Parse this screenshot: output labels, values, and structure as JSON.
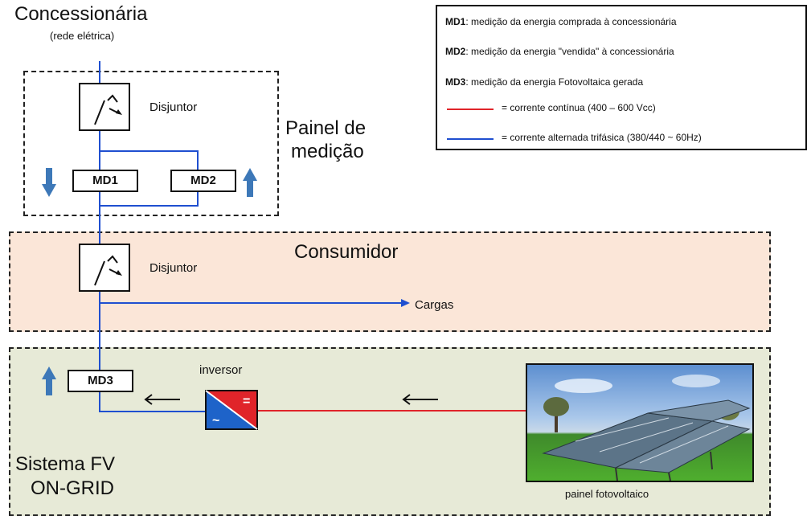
{
  "utility": {
    "title": "Concessionária",
    "subtitle": "(rede elétrica)"
  },
  "metering_panel": {
    "label_line1": "Painel de",
    "label_line2": "medição",
    "breaker_label": "Disjuntor",
    "md1": "MD1",
    "md2": "MD2"
  },
  "consumer": {
    "title": "Consumidor",
    "breaker_label": "Disjuntor",
    "loads_label": "Cargas"
  },
  "pv_system": {
    "title_line1": "Sistema FV",
    "title_line2": "ON-GRID",
    "md3": "MD3",
    "inverter_label": "inversor",
    "panel_caption": "painel fotovoltaico"
  },
  "legend": {
    "md1_code": "MD1",
    "md1_text": ": medição da energia comprada à concessionária",
    "md2_code": "MD2",
    "md2_text": ": medição da energia \"vendida\" à concessionária",
    "md3_code": "MD3",
    "md3_text": ": medição da energia Fotovoltaica gerada",
    "dc_text": "= corrente contínua (400 – 600 Vcc)",
    "ac_text": "= corrente alternada trifásica (380/440 ~ 60Hz)"
  },
  "colors": {
    "ac_line": "#1f4fd0",
    "dc_line": "#e0242a",
    "consumer_fill": "#fbe6d8",
    "pv_fill": "#e7ead7",
    "arrow_blue": "#3d78b8"
  }
}
